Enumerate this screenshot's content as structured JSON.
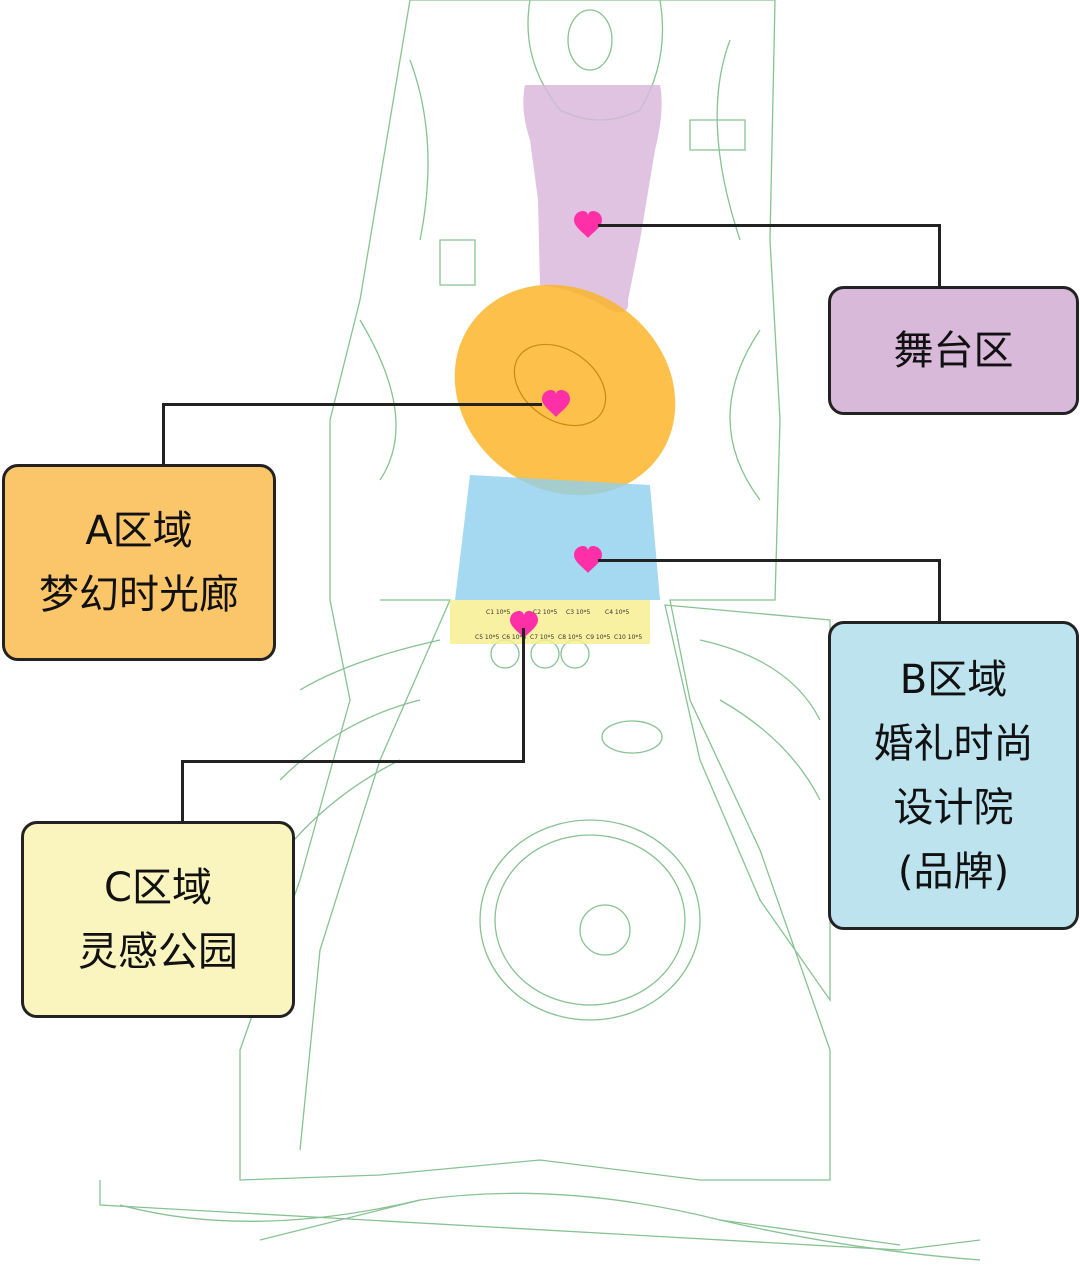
{
  "colors": {
    "stage": "#d9b9da",
    "zone_a": "#fbc56a",
    "zone_b": "#bde3ef",
    "zone_c": "#faf4bf",
    "heart": "#ff2fa8",
    "map_lines": "#3e9a52"
  },
  "zones": {
    "stage": {
      "lines": [
        "舞台区"
      ]
    },
    "a": {
      "lines": [
        "A区域",
        "梦幻时光廊"
      ]
    },
    "b": {
      "lines": [
        "B区域",
        "婚礼时尚",
        "设计院",
        "(品牌)"
      ]
    },
    "c": {
      "lines": [
        "C区域",
        "灵感公园"
      ]
    }
  },
  "booths_c": [
    "C1 10*5",
    "C2 10*5",
    "C3 10*5",
    "C4 10*5",
    "C5 10*5",
    "C6 10*5",
    "C7 10*5",
    "C8 10*5",
    "C9 10*5",
    "C10 10*5"
  ],
  "icons": {
    "marker": "heart-icon"
  }
}
